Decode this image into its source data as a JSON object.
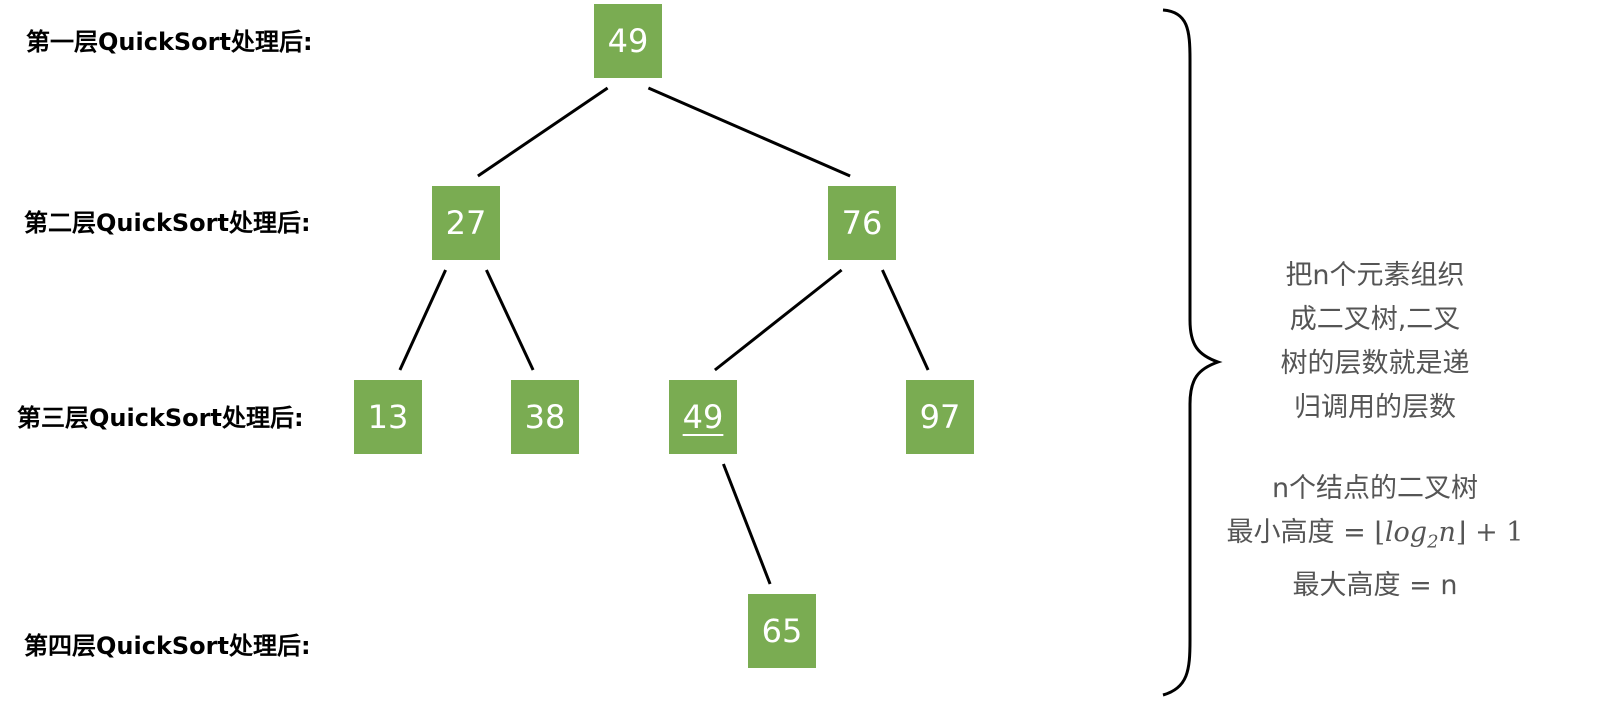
{
  "levels": [
    {
      "label": "第一层QuickSort处理后:"
    },
    {
      "label": "第二层QuickSort处理后:"
    },
    {
      "label": "第三层QuickSort处理后:"
    },
    {
      "label": "第四层QuickSort处理后:"
    }
  ],
  "nodes": [
    {
      "id": "n1",
      "value": "49"
    },
    {
      "id": "n2",
      "value": "27"
    },
    {
      "id": "n3",
      "value": "76"
    },
    {
      "id": "n4",
      "value": "13"
    },
    {
      "id": "n5",
      "value": "38"
    },
    {
      "id": "n6",
      "value": "49"
    },
    {
      "id": "n7",
      "value": "97"
    },
    {
      "id": "n8",
      "value": "65"
    }
  ],
  "edges": [
    [
      "n1",
      "n2"
    ],
    [
      "n1",
      "n3"
    ],
    [
      "n2",
      "n4"
    ],
    [
      "n2",
      "n5"
    ],
    [
      "n3",
      "n6"
    ],
    [
      "n3",
      "n7"
    ],
    [
      "n6",
      "n8"
    ]
  ],
  "note": {
    "lines1": [
      "把n个元素组织",
      "成二叉树,二叉",
      "树的层数就是递",
      "归调用的层数"
    ],
    "lines2_a": "n个结点的二叉树",
    "min_prefix": "最小高度 =",
    "min_formula_open": "⌊",
    "min_formula_log": "log",
    "min_formula_sub": "2",
    "min_formula_n": "n",
    "min_formula_close": "⌋",
    "min_formula_tail": "+ 1",
    "max_line": "最大高度 = n"
  },
  "colors": {
    "node_fill": "#7aac52",
    "node_text": "#ffffff",
    "edge": "#000000",
    "note_text": "#555555"
  }
}
